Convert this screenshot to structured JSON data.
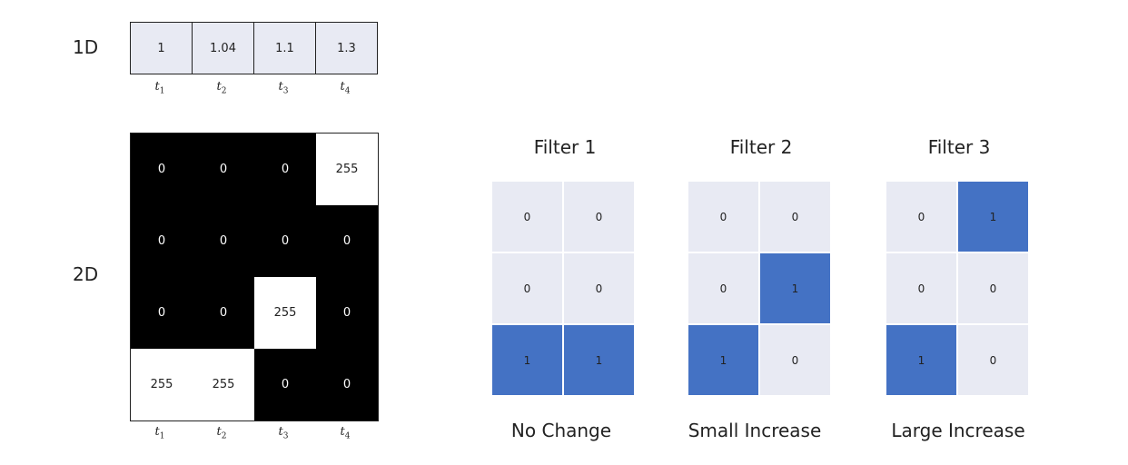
{
  "labels": {
    "one_d": "1D",
    "two_d": "2D"
  },
  "time_ticks": [
    {
      "base": "t",
      "sub": "1"
    },
    {
      "base": "t",
      "sub": "2"
    },
    {
      "base": "t",
      "sub": "3"
    },
    {
      "base": "t",
      "sub": "4"
    }
  ],
  "series_1d": [
    "1",
    "1.04",
    "1.1",
    "1.3"
  ],
  "image_2d": [
    [
      "0",
      "0",
      "0",
      "255"
    ],
    [
      "0",
      "0",
      "0",
      "0"
    ],
    [
      "0",
      "0",
      "255",
      "0"
    ],
    [
      "255",
      "255",
      "0",
      "0"
    ]
  ],
  "filters": [
    {
      "title": "Filter 1",
      "caption": "No Change",
      "cells": [
        [
          "0",
          "0"
        ],
        [
          "0",
          "0"
        ],
        [
          "1",
          "1"
        ]
      ]
    },
    {
      "title": "Filter 2",
      "caption": "Small Increase",
      "cells": [
        [
          "0",
          "0"
        ],
        [
          "0",
          "1"
        ],
        [
          "1",
          "0"
        ]
      ]
    },
    {
      "title": "Filter 3",
      "caption": "Large Increase",
      "cells": [
        [
          "0",
          "1"
        ],
        [
          "0",
          "0"
        ],
        [
          "1",
          "0"
        ]
      ]
    }
  ],
  "colors": {
    "active_cell": "#4472c4",
    "inactive_cell": "#e8eaf3",
    "pixel_dark": "#000000",
    "pixel_light": "#ffffff"
  }
}
